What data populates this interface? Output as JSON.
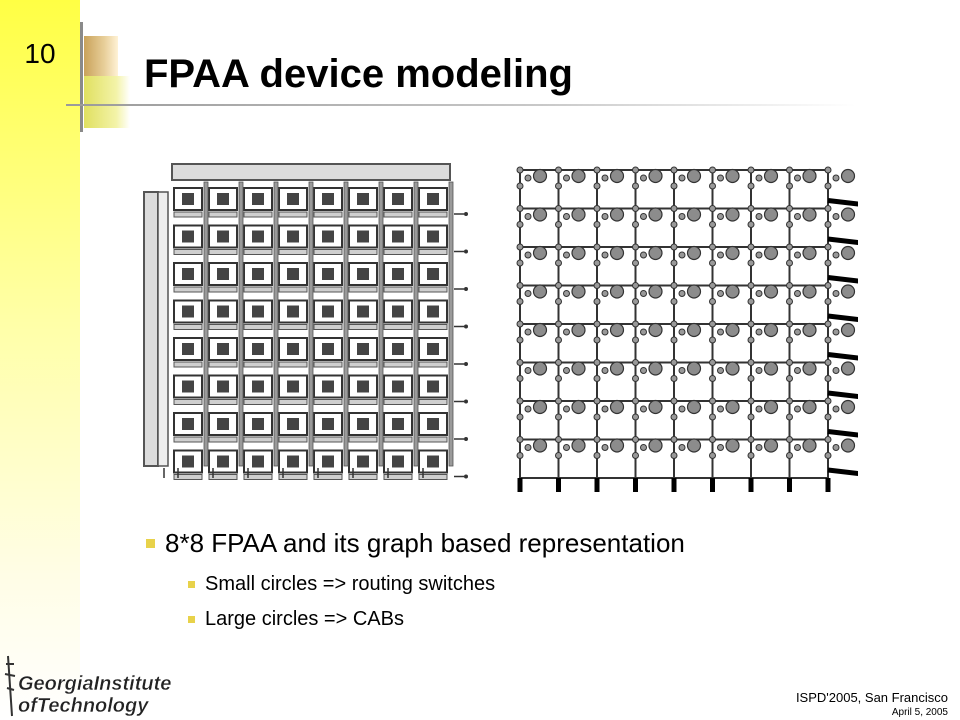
{
  "slide": {
    "number": "10",
    "title": "FPAA device modeling"
  },
  "bullets": {
    "main": "8*8 FPAA and its graph based representation",
    "sub": [
      "Small circles => routing switches",
      "Large circles => CABs"
    ]
  },
  "logo": {
    "line1": "GeorgiaInstitute",
    "line2": "ofTechnology"
  },
  "footer": {
    "conference": "ISPD'2005,  San Francisco",
    "date": "April 5, 2005"
  },
  "figure": {
    "grid_rows": 8,
    "grid_cols": 8
  },
  "colors": {
    "sidebar_yellow": "#ffff44",
    "bullet_yellow": "#e8d24a",
    "cab_grey": "#8c8c8c"
  }
}
